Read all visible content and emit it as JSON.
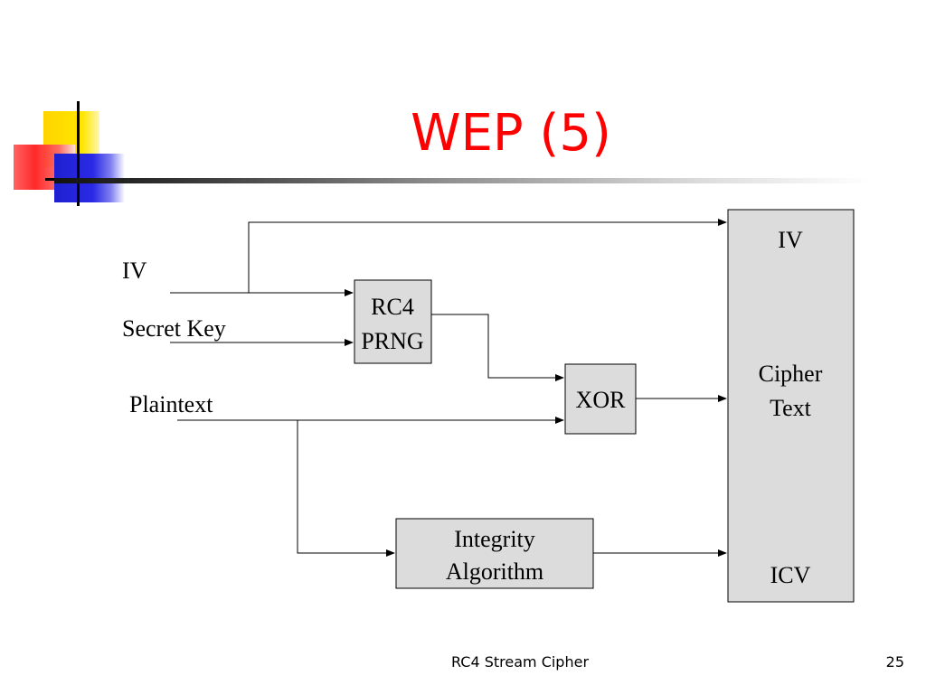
{
  "slide": {
    "title": "WEP (5)",
    "footer_text": "RC4 Stream Cipher",
    "page_number": "25",
    "accent_colors": {
      "title": "#ff0000",
      "yellow": "#ffd400",
      "red": "#ff2020",
      "blue": "#2020d0"
    }
  },
  "diagram": {
    "inputs": {
      "iv": "IV",
      "secret_key": "Secret Key",
      "plaintext": "Plaintext"
    },
    "blocks": {
      "rc4": {
        "line1": "RC4",
        "line2": "PRNG"
      },
      "xor": "XOR",
      "integrity": {
        "line1": "Integrity",
        "line2": "Algorithm"
      }
    },
    "output_frame": {
      "iv": "IV",
      "ciphertext_line1": "Cipher",
      "ciphertext_line2": "Text",
      "icv": "ICV"
    },
    "colors": {
      "box_fill": "#dcdcdc",
      "stroke": "#000000"
    }
  }
}
